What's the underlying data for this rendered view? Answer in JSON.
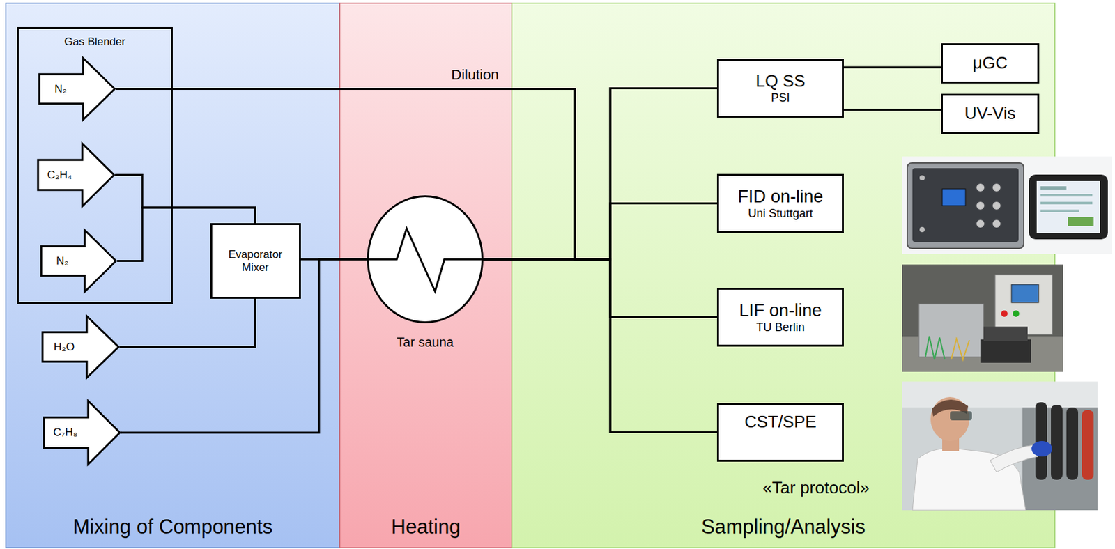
{
  "diagram": {
    "nodes": [
      {
        "text": [
          "Mixing of Components"
        ]
      },
      {
        "text": [
          "Gas Blender"
        ],
        "in": 0
      },
      {
        "text": [
          "N₂"
        ],
        "in": 1
      },
      {
        "text": [
          "C₂H₄"
        ],
        "in": 1
      },
      {
        "text": [
          "N₂"
        ],
        "in": 1
      },
      {
        "text": [
          "Evaporator Mixer"
        ],
        "in": 0
      },
      {
        "text": [
          "H₂O"
        ],
        "in": 0
      },
      {
        "text": [
          "C₇H₈"
        ],
        "in": 0
      },
      {
        "text": [
          "Heating"
        ]
      },
      {
        "text": [
          "Tar sauna"
        ],
        "in": 8
      },
      {
        "text": [
          "Sampling/Analysis"
        ]
      },
      {
        "text": [
          "LQ SS",
          "PSI"
        ],
        "in": 10
      },
      {
        "text": [
          "μGC"
        ],
        "in": 10
      },
      {
        "text": [
          "UV-Vis"
        ],
        "in": 10
      },
      {
        "text": [
          "FID on-line",
          "Uni Stuttgart"
        ],
        "in": 10
      },
      {
        "text": [
          "LIF on-line",
          "TU Berlin"
        ],
        "in": 10
      },
      {
        "text": [
          "CST/SPE"
        ],
        "in": 10
      }
    ],
    "edges": [
      {
        "from": 2,
        "to": 11,
        "label": "Dilution",
        "arrow": "none"
      },
      {
        "from": 2,
        "to": 14,
        "arrow": "none"
      },
      {
        "from": 2,
        "to": 15,
        "arrow": "none"
      },
      {
        "from": 2,
        "to": 16,
        "arrow": "none"
      },
      {
        "from": 3,
        "to": 5,
        "arrow": "none"
      },
      {
        "from": 4,
        "to": 5,
        "arrow": "none"
      },
      {
        "from": 6,
        "to": 5,
        "arrow": "none"
      },
      {
        "from": 5,
        "to": 9,
        "arrow": "none"
      },
      {
        "from": 7,
        "to": 9,
        "arrow": "none"
      },
      {
        "from": 9,
        "to": 11,
        "arrow": "none"
      },
      {
        "from": 9,
        "to": 14,
        "arrow": "none"
      },
      {
        "from": 9,
        "to": 15,
        "arrow": "none"
      },
      {
        "from": 9,
        "to": 16,
        "arrow": "none"
      },
      {
        "from": 11,
        "to": 12,
        "arrow": "none"
      },
      {
        "from": 11,
        "to": 13,
        "arrow": "none"
      }
    ],
    "labels": [
      "«Tar protocol»"
    ]
  }
}
